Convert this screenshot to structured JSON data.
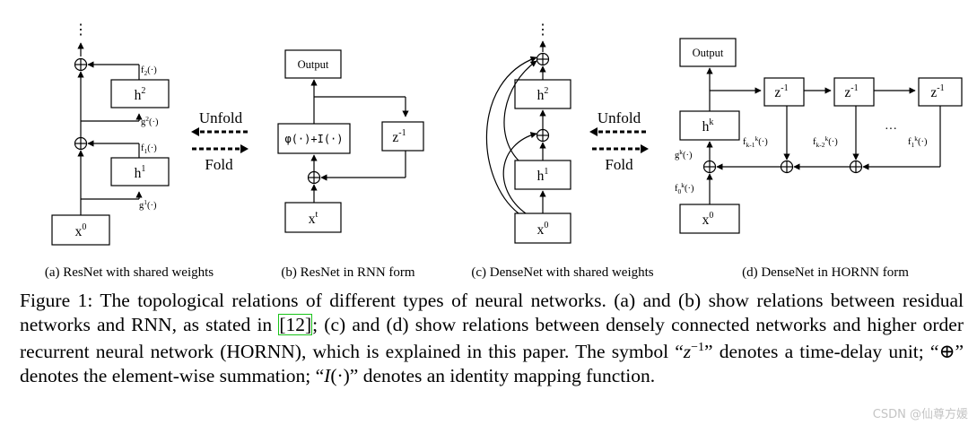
{
  "panels": {
    "a": {
      "caption": "(a) ResNet with shared weights",
      "x0": "x",
      "x0_sup": "0",
      "h1": "h",
      "h1_sup": "1",
      "h2": "h",
      "h2_sup": "2",
      "f1": "f",
      "f1_sub": "1",
      "f1_arg": "(·)",
      "f2": "f",
      "f2_sub": "2",
      "f2_arg": "(·)",
      "g1": "g",
      "g1_sup": "1",
      "g1_arg": "(·)",
      "g2": "g",
      "g2_sup": "2",
      "g2_arg": "(·)",
      "vdots": "⋮"
    },
    "b": {
      "caption": "(b) ResNet in RNN form",
      "output": "Output",
      "phi": "φ(·)+I(·)",
      "z": "z",
      "z_sup": "-1",
      "xt": "x",
      "xt_sup": "t"
    },
    "c": {
      "caption": "(c) DenseNet with shared weights",
      "x0": "x",
      "x0_sup": "0",
      "h1": "h",
      "h1_sup": "1",
      "h2": "h",
      "h2_sup": "2",
      "vdots": "⋮"
    },
    "d": {
      "caption": "(d) DenseNet in HORNN form",
      "output": "Output",
      "hk": "h",
      "hk_sup": "k",
      "x0": "x",
      "x0_sup": "0",
      "z": "z",
      "z_sup": "-1",
      "gk": "g",
      "gk_sup": "k",
      "gk_arg": "(·)",
      "f0k": "f",
      "f0k_sub": "0",
      "f0k_sup": "k",
      "f0k_arg": "(·)",
      "fk1k": "f",
      "fk1k_sub": "k-1",
      "fk1k_sup": "k",
      "fk1k_arg": "(·)",
      "fk2k": "f",
      "fk2k_sub": "k-2",
      "fk2k_sup": "k",
      "fk2k_arg": "(·)",
      "f1k": "f",
      "f1k_sub": "1",
      "f1k_sup": "k",
      "f1k_arg": "(·)",
      "dots": "···"
    }
  },
  "arrows": {
    "unfold": "Unfold",
    "fold": "Fold"
  },
  "caption": {
    "label": "Figure 1:",
    "text1": " The topological relations of different types of neural networks. (a) and (b) show relations between residual networks and RNN, as stated in ",
    "ref": "[12]",
    "text2": "; (c) and (d) show relations between densely connected networks and higher order recurrent neural network (HORNN), which is explained in this paper. The symbol “",
    "sym_z": "z",
    "sym_z_sup": "−1",
    "text3": "” denotes a time-delay unit; “",
    "sym_oplus": "⊕",
    "text4": "” denotes the element-wise summation; “",
    "sym_i": "I",
    "sym_i_arg": "(·)",
    "text5": "” denotes an identity mapping function."
  },
  "watermark": "CSDN @仙尊方媛"
}
